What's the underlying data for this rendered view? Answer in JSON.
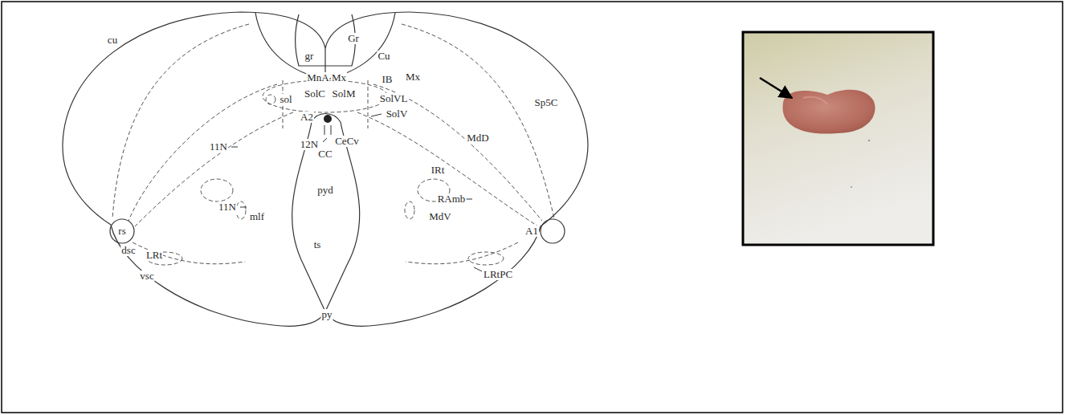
{
  "diagram": {
    "labels": [
      "cu",
      "Gr",
      "gr",
      "Cu",
      "MnA",
      "Mx",
      "Mx",
      "IB",
      "sol",
      "SolC",
      "SolM",
      "SolVL",
      "SolV",
      "Sp5C",
      "A2",
      "MdD",
      "12N",
      "CeCv",
      "CC",
      "11N",
      "IRt",
      "pyd",
      "RAmb",
      "11N",
      "mlf",
      "MdV",
      "A1",
      "rs",
      "ts",
      "dsc",
      "LRt",
      "LRtPC",
      "vsc",
      "py"
    ]
  }
}
